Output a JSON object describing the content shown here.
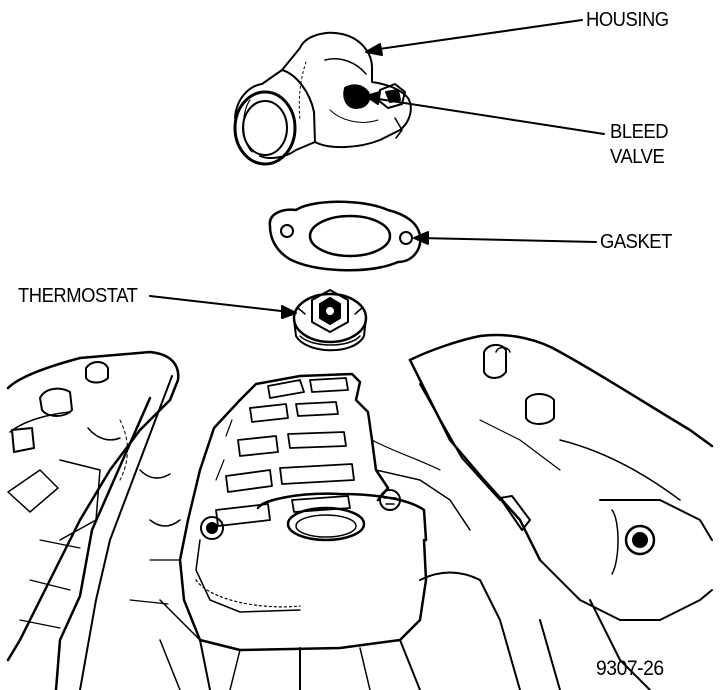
{
  "labels": {
    "housing": "HOUSING",
    "bleed_valve_line1": "BLEED",
    "bleed_valve_line2": "VALVE",
    "gasket": "GASKET",
    "thermostat": "THERMOSTAT"
  },
  "figure_number": "9307-26",
  "colors": {
    "ink": "#000000",
    "paper": "#ffffff"
  }
}
